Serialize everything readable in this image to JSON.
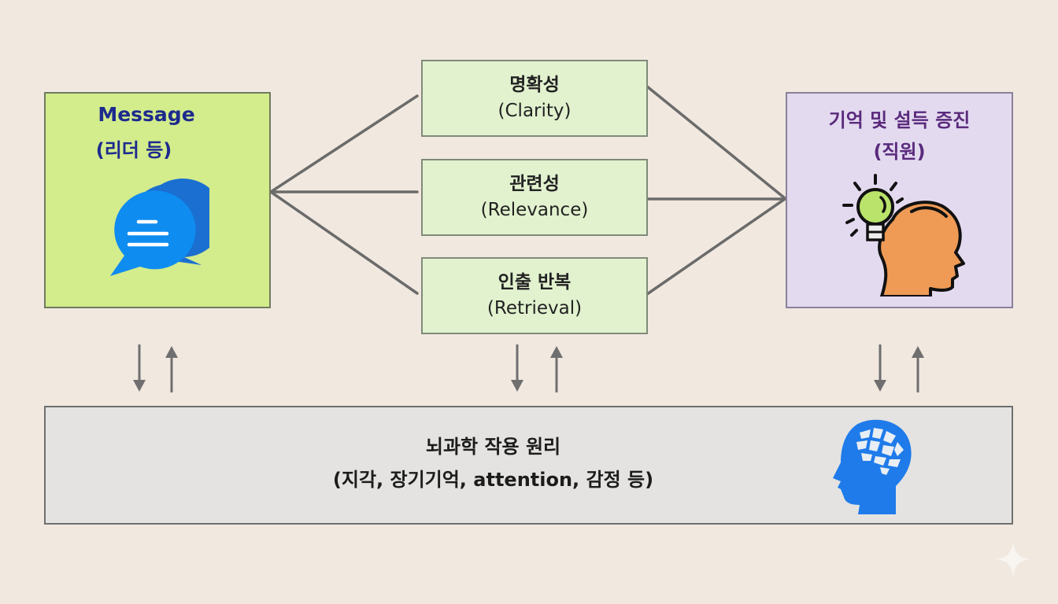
{
  "source": {
    "title": "Message",
    "subtitle": "(리더 등)",
    "icon": "chat-bubbles-icon",
    "color": "#1d2a8e"
  },
  "factors": [
    {
      "title": "명확성",
      "subtitle": "(Clarity)"
    },
    {
      "title": "관련성",
      "subtitle": "(Relevance)"
    },
    {
      "title": "인출 반복",
      "subtitle": "(Retrieval)"
    }
  ],
  "target": {
    "title": "기억 및 설득 증진",
    "subtitle": "(직원)",
    "icon": "head-lightbulb-icon",
    "color": "#5a2a7c"
  },
  "foundation": {
    "title": "뇌과학 작용 원리",
    "subtitle": "(지각, 장기기억, attention, 감정 등)",
    "icon": "brain-head-icon"
  },
  "colors": {
    "background": "#f1e8e0",
    "source_fill": "#d3ec8c",
    "factor_fill": "#e2f2cf",
    "target_fill": "#e3daf0",
    "foundation_fill": "#e4e3e1",
    "connector": "#6b6b6b",
    "icon_blue": "#1f7bea"
  }
}
